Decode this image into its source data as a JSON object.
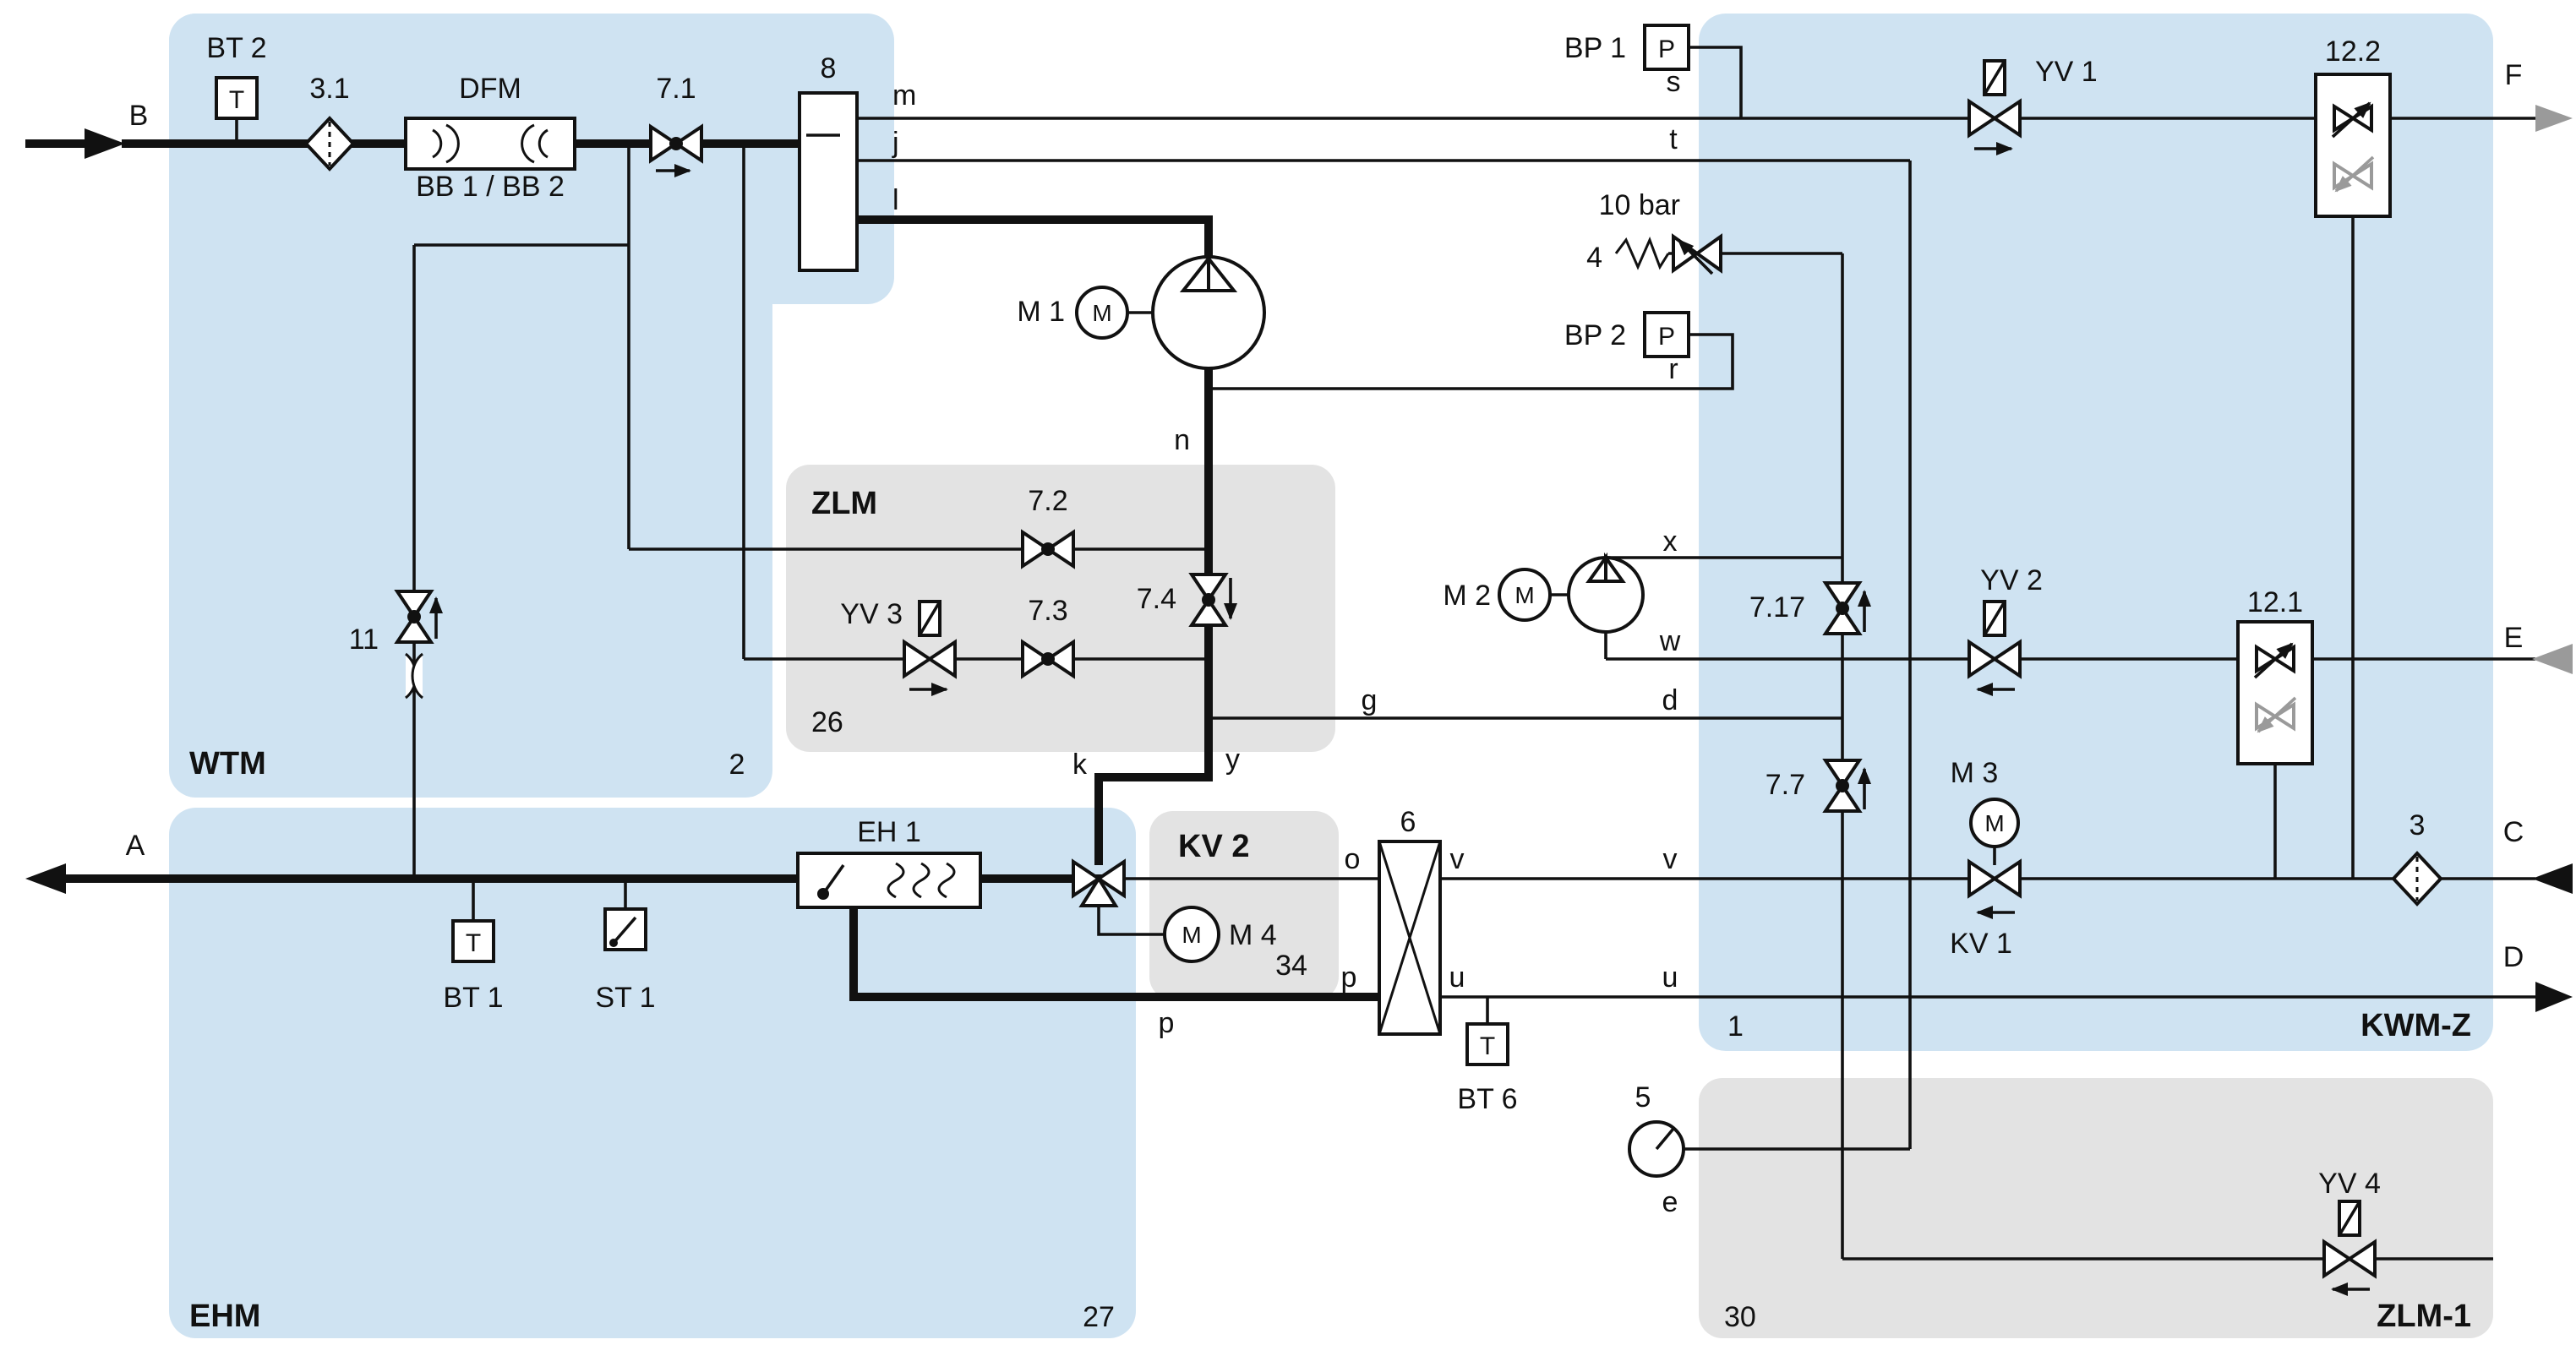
{
  "colors": {
    "panel_blue": "#cfe3f2",
    "panel_gray": "#e3e3e3",
    "line": "#111111",
    "muted_gray": "#9a9a9a"
  },
  "panels": {
    "wtm": {
      "label": "WTM",
      "num": "2"
    },
    "ehm": {
      "label": "EHM",
      "num": "27"
    },
    "zlm": {
      "label": "ZLM",
      "num": "26"
    },
    "kv2": {
      "label": "KV 2",
      "num": "34"
    },
    "kwmz": {
      "label": "KWM-Z",
      "num": "1"
    },
    "zlm1": {
      "label": "ZLM-1",
      "num": "30"
    }
  },
  "ports": {
    "a": "A",
    "b": "B",
    "c": "C",
    "d": "D",
    "e": "E",
    "f": "F"
  },
  "nodes": {
    "m": "m",
    "j": "j",
    "l": "l",
    "s": "s",
    "t": "t",
    "r": "r",
    "n": "n",
    "x": "x",
    "w": "w",
    "g": "g",
    "d": "d",
    "y": "y",
    "k": "k",
    "o": "o",
    "v": "v",
    "u": "u",
    "p": "p",
    "e": "e"
  },
  "components": {
    "temp_symbol": "T",
    "pressure_symbol": "P",
    "motor_symbol": "M",
    "bt2": {
      "label": "BT 2"
    },
    "bt1": {
      "label": "BT 1"
    },
    "bt6": {
      "label": "BT 6"
    },
    "st1": {
      "label": "ST 1"
    },
    "bp1": {
      "label": "BP 1"
    },
    "bp2": {
      "label": "BP 2"
    },
    "filter31": {
      "label": "3.1"
    },
    "filter3": {
      "label": "3"
    },
    "dfm": {
      "label": "DFM",
      "sublabel": "BB 1 / BB 2"
    },
    "separator8": {
      "label": "8"
    },
    "v71": {
      "label": "7.1"
    },
    "v72": {
      "label": "7.2"
    },
    "v73": {
      "label": "7.3"
    },
    "v74": {
      "label": "7.4"
    },
    "v77": {
      "label": "7.7"
    },
    "v717": {
      "label": "7.17"
    },
    "v11": {
      "label": "11"
    },
    "yv1": {
      "label": "YV 1"
    },
    "yv2": {
      "label": "YV 2"
    },
    "yv3": {
      "label": "YV 3"
    },
    "yv4": {
      "label": "YV 4"
    },
    "kv1": {
      "label": "KV 1"
    },
    "m1": {
      "label": "M 1"
    },
    "m2": {
      "label": "M 2"
    },
    "m3": {
      "label": "M 3"
    },
    "m4": {
      "label": "M 4"
    },
    "relief4": {
      "label": "4",
      "rating": "10 bar"
    },
    "gauge5": {
      "label": "5"
    },
    "hx6": {
      "label": "6"
    },
    "eh1": {
      "label": "EH 1"
    },
    "nrv121": {
      "label": "12.1"
    },
    "nrv122": {
      "label": "12.2"
    }
  }
}
